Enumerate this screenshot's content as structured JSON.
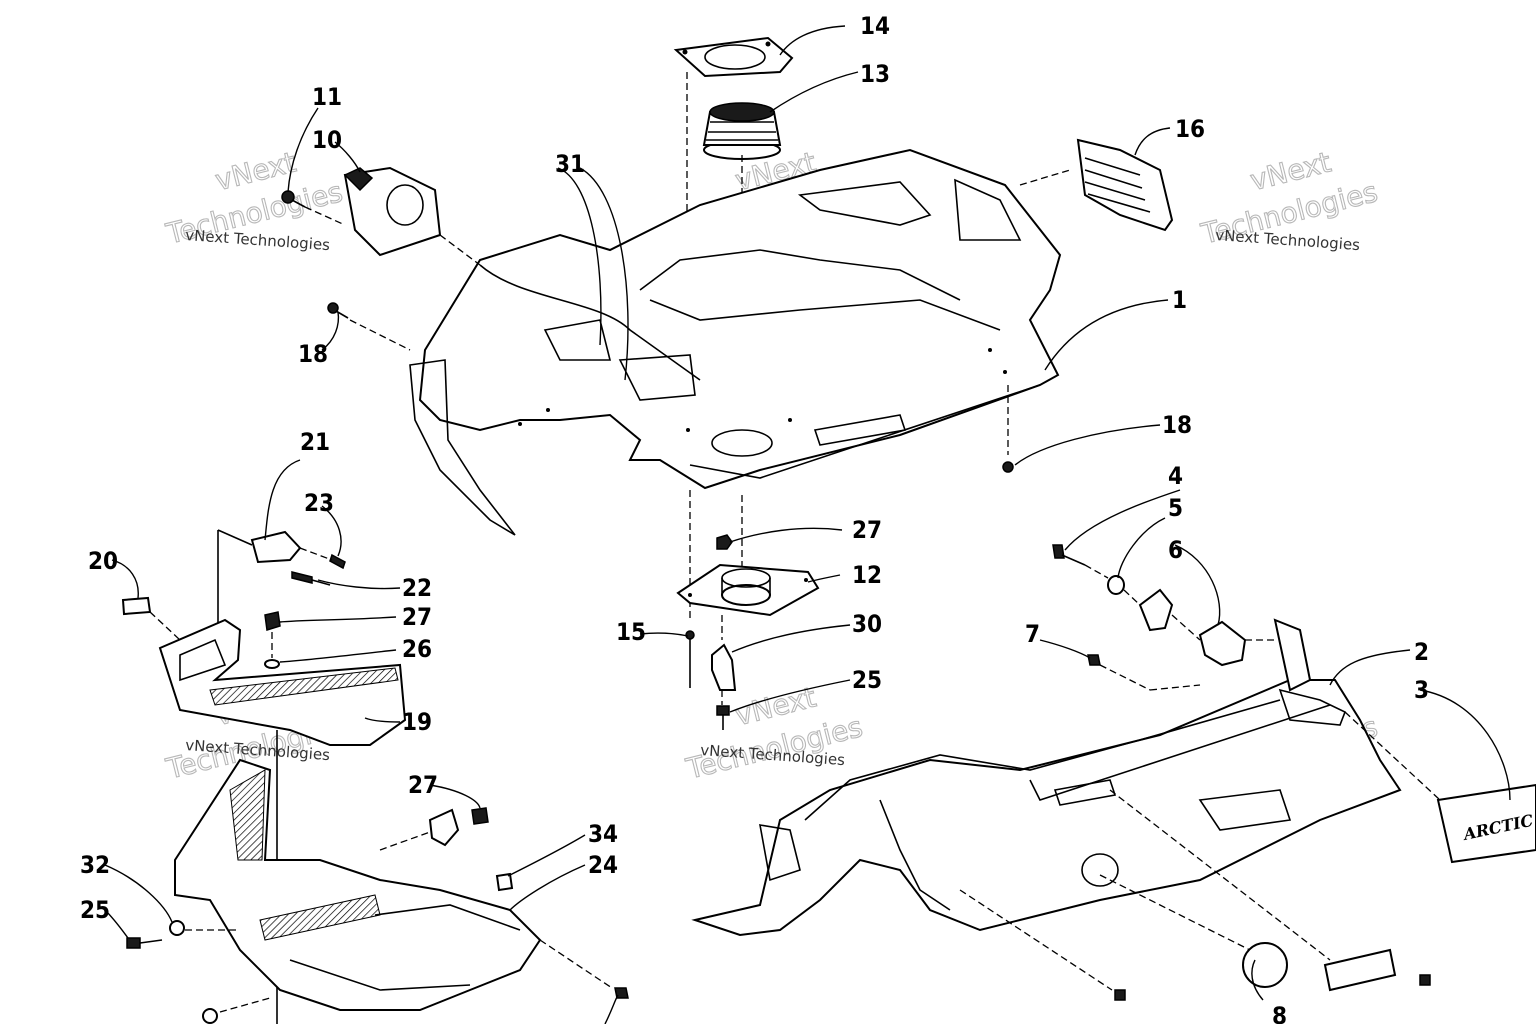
{
  "diagram": {
    "callouts": {
      "c1": "1",
      "c2": "2",
      "c3": "3",
      "c4": "4",
      "c5": "5",
      "c6": "6",
      "c7": "7",
      "c8": "8",
      "c10": "10",
      "c11": "11",
      "c12": "12",
      "c13": "13",
      "c14": "14",
      "c15": "15",
      "c16": "16",
      "c18a": "18",
      "c18b": "18",
      "c19": "19",
      "c20": "20",
      "c21": "21",
      "c22": "22",
      "c23": "23",
      "c24": "24",
      "c25a": "25",
      "c25b": "25",
      "c26": "26",
      "c27a": "27",
      "c27b": "27",
      "c27c": "27",
      "c30": "30",
      "c31": "31",
      "c32": "32",
      "c34": "34"
    },
    "brand_plate_text": "ARCTIC CAT"
  },
  "watermark": {
    "line1": "vNext Technologies",
    "line2_word1": "vNext",
    "line2_word2": "Technologies"
  }
}
